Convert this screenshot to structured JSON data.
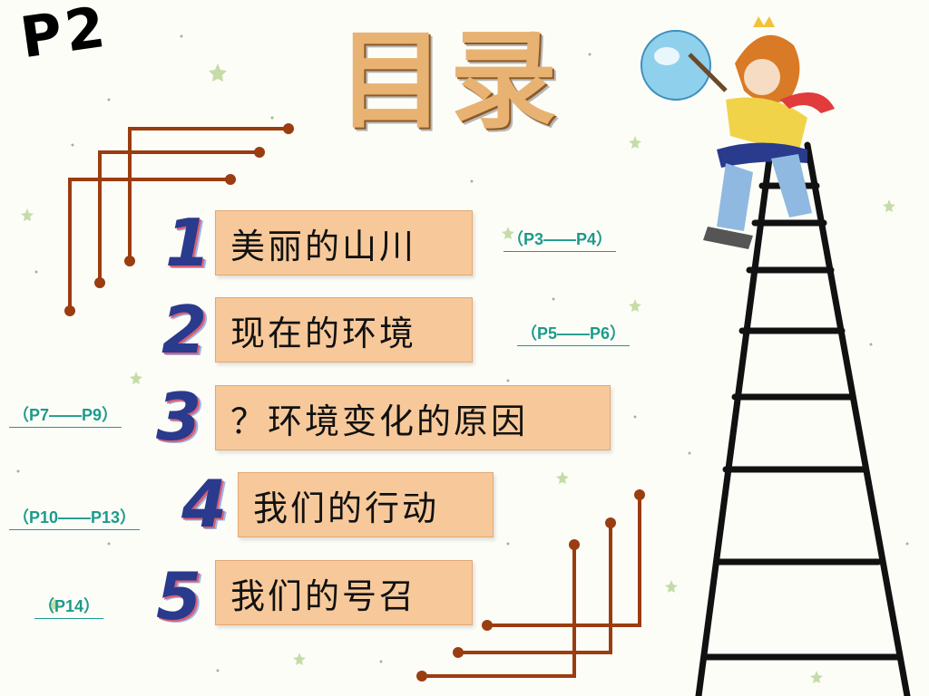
{
  "page_label": "P2",
  "title": "目录",
  "items": [
    {
      "num": "1",
      "text": "美丽的山川",
      "pages": "（P3——P4）"
    },
    {
      "num": "2",
      "text": "现在的环境",
      "pages": "（P5——P6）"
    },
    {
      "num": "3",
      "text": "？环境变化的原因",
      "pages": "（P7——P9）"
    },
    {
      "num": "4",
      "text": "我们的行动",
      "pages": "（P10——P13）"
    },
    {
      "num": "5",
      "text": "我们的号召",
      "pages": "（P14）"
    }
  ],
  "colors": {
    "box_fill": "#f7c99a",
    "connector": "#9a3d10",
    "link_text": "#1d9a8c",
    "title": "#e8b272"
  },
  "icons": [
    "star-icon",
    "ladder-illustration",
    "boy-with-globe-illustration"
  ]
}
